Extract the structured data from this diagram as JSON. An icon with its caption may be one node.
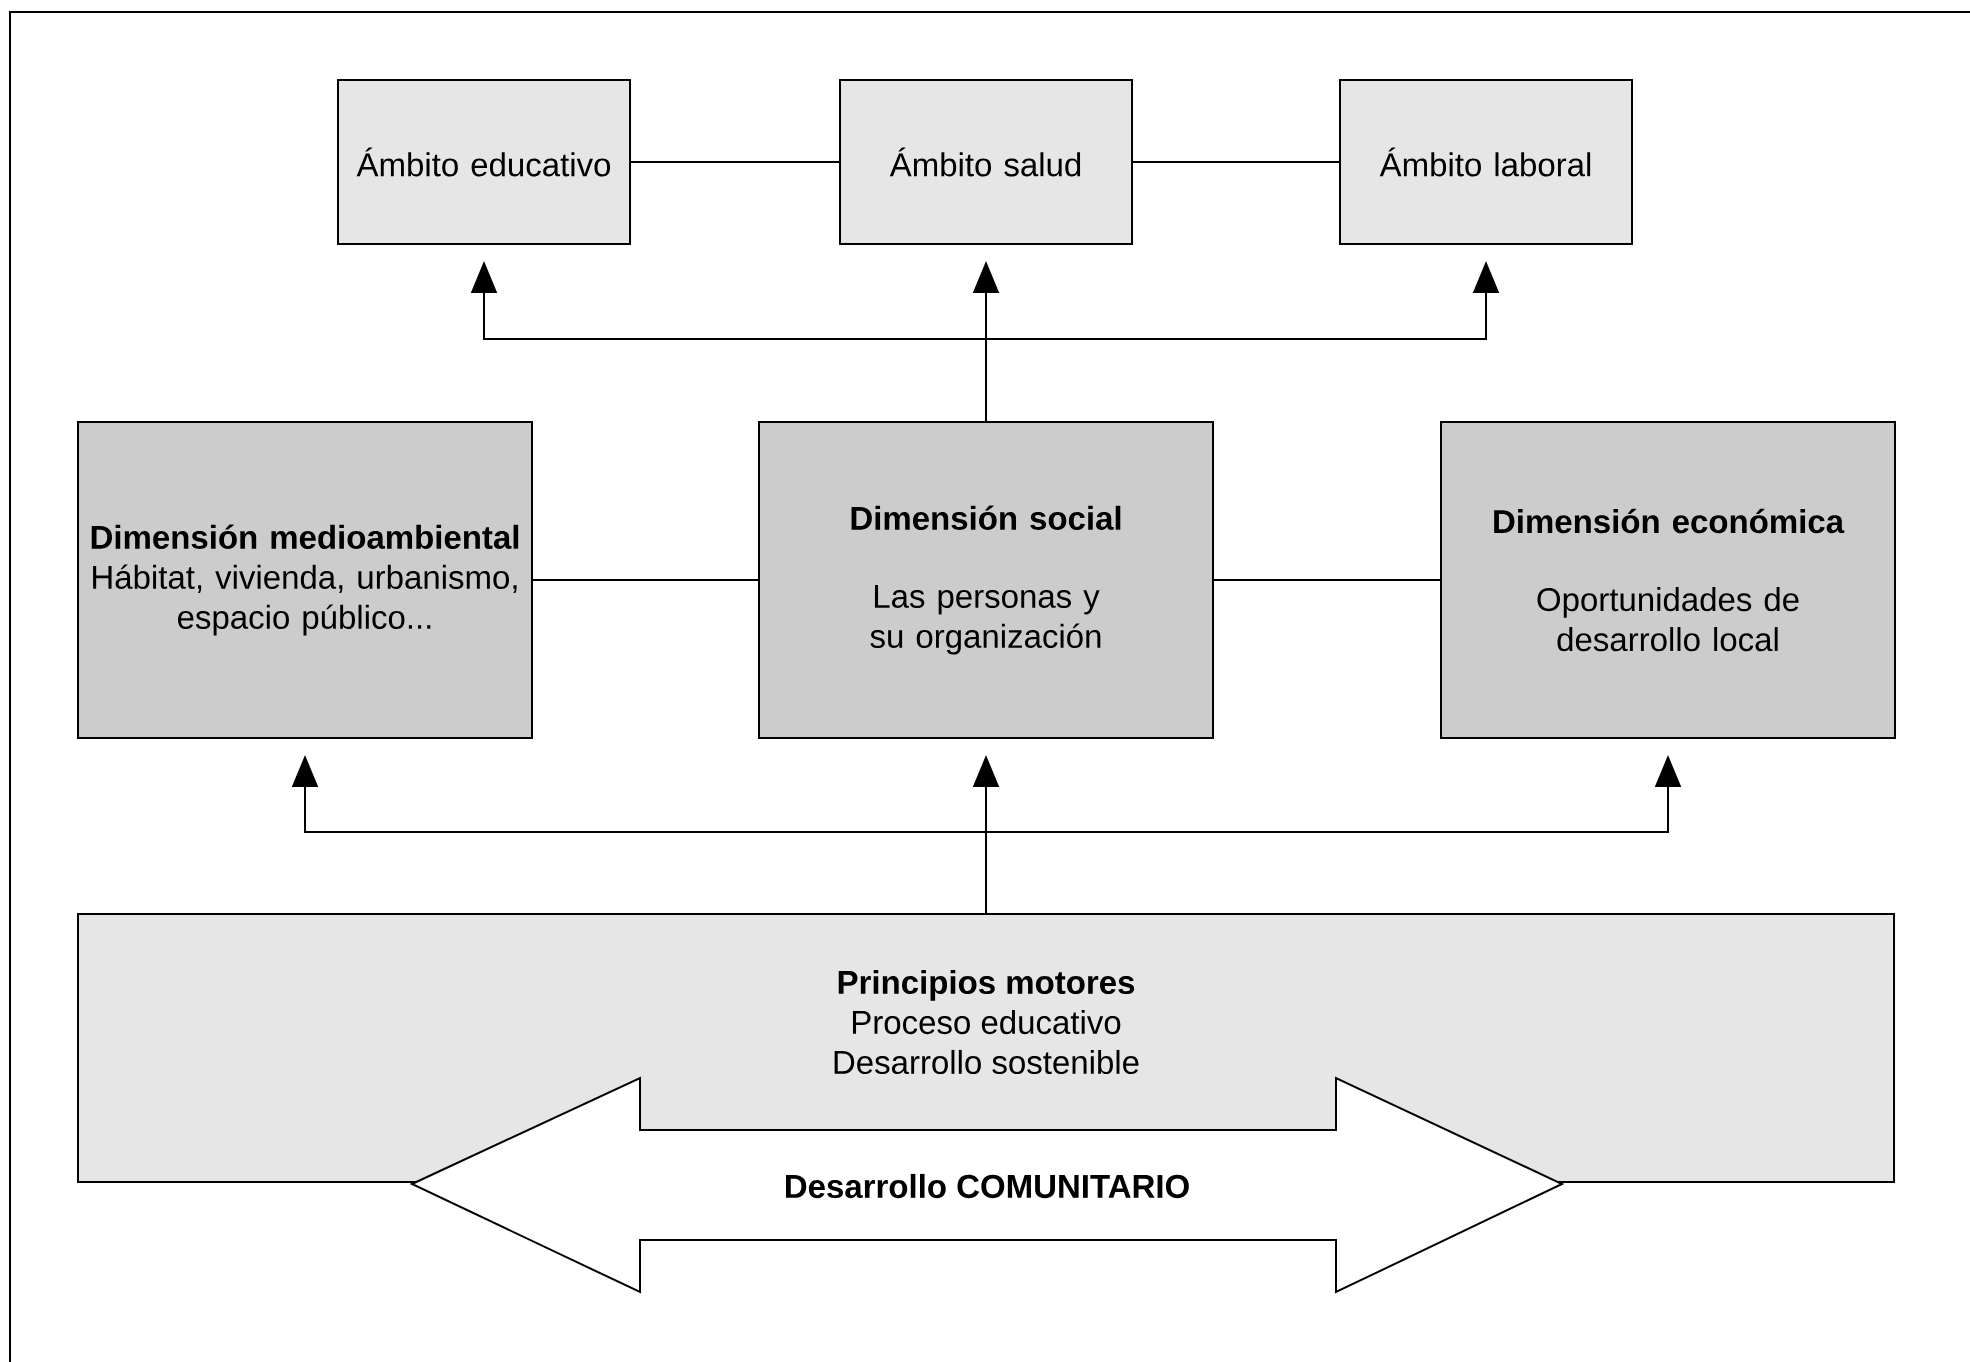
{
  "diagram": {
    "nodes": [
      {
        "text": [
          "Ámbito educativo"
        ]
      },
      {
        "text": [
          "Ámbito salud"
        ]
      },
      {
        "text": [
          "Ámbito laboral"
        ]
      },
      {
        "text": [
          "Dimensión medioambiental",
          "Hábitat, vivienda, urbanismo, espacio público..."
        ]
      },
      {
        "text": [
          "Dimensión social",
          "Las personas y su organización"
        ]
      },
      {
        "text": [
          "Dimensión económica",
          "Oportunidades de desarrollo local"
        ]
      },
      {
        "text": [
          "Principios motores",
          "Proceso educativo",
          "Desarrollo sostenible"
        ]
      },
      {
        "text": [
          "Desarrollo COMUNITARIO"
        ]
      }
    ],
    "edges": [
      {
        "from": 0,
        "to": 1,
        "arrow": "none"
      },
      {
        "from": 1,
        "to": 2,
        "arrow": "none"
      },
      {
        "from": 4,
        "to": 0,
        "arrow": "to"
      },
      {
        "from": 4,
        "to": 1,
        "arrow": "to"
      },
      {
        "from": 4,
        "to": 2,
        "arrow": "to"
      },
      {
        "from": 3,
        "to": 4,
        "arrow": "none"
      },
      {
        "from": 4,
        "to": 5,
        "arrow": "none"
      },
      {
        "from": 6,
        "to": 3,
        "arrow": "to"
      },
      {
        "from": 6,
        "to": 4,
        "arrow": "to"
      },
      {
        "from": 6,
        "to": 5,
        "arrow": "to"
      }
    ]
  }
}
